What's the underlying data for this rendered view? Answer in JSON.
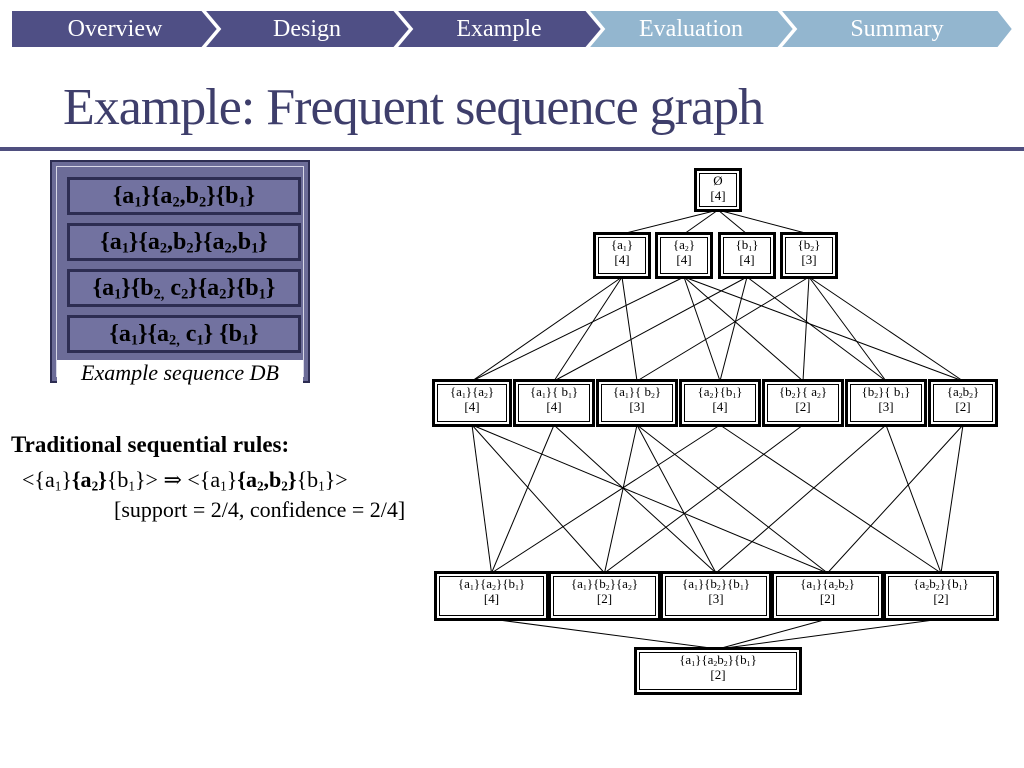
{
  "nav": {
    "items": [
      {
        "label": "Overview"
      },
      {
        "label": "Design"
      },
      {
        "label": "Example"
      },
      {
        "label": "Evaluation"
      },
      {
        "label": "Summary"
      }
    ],
    "colors": {
      "dark": "#4f4f85",
      "light": "#93b6cf",
      "border": "#ffffff"
    }
  },
  "title": "Example:  Frequent sequence graph",
  "sequence_db": {
    "caption": "Example sequence DB",
    "rows": [
      "{a₁}{a₂,b₂}{b₁}",
      "{a₁}{a₂,b₂}{a₂,b₁}",
      "{a₁}{b₂, c₂}{a₂}{b₁}",
      "{a₁}{a₂, c₁} {b₁}"
    ]
  },
  "rules": {
    "heading": "Traditional sequential rules:",
    "rule": "<{a₁}{a₂}{b₁}> ⇒ <{a₁}{a₂,b₂}{b₁}>",
    "metrics": "[support = 2/4, confidence = 2/4]"
  },
  "graph": {
    "nodes": [
      {
        "id": "root",
        "label": "Ø",
        "support": "[4]"
      },
      {
        "id": "a1",
        "label": "{a₁}",
        "support": "[4]"
      },
      {
        "id": "a2",
        "label": "{a₂}",
        "support": "[4]"
      },
      {
        "id": "b1",
        "label": "{b₁}",
        "support": "[4]"
      },
      {
        "id": "b2",
        "label": "{b₂}",
        "support": "[3]"
      },
      {
        "id": "a1a2",
        "label": "{a₁}{a₂}",
        "support": "[4]"
      },
      {
        "id": "a1b1",
        "label": "{a₁}{ b₁}",
        "support": "[4]"
      },
      {
        "id": "a1b2",
        "label": "{a₁}{ b₂}",
        "support": "[3]"
      },
      {
        "id": "a2b1",
        "label": "{a₂}{b₁}",
        "support": "[4]"
      },
      {
        "id": "b2a2",
        "label": "{b₂}{ a₂}",
        "support": "[2]"
      },
      {
        "id": "b2b1",
        "label": "{b₂}{ b₁}",
        "support": "[3]"
      },
      {
        "id": "a2b2",
        "label": "{a₂b₂}",
        "support": "[2]"
      },
      {
        "id": "a1a2b1",
        "label": "{a₁}{a₂}{b₁}",
        "support": "[4]"
      },
      {
        "id": "a1b2a2",
        "label": "{a₁}{b₂}{a₂}",
        "support": "[2]"
      },
      {
        "id": "a1b2b1",
        "label": "{a₁}{b₂}{b₁}",
        "support": "[3]"
      },
      {
        "id": "a1a2b2",
        "label": "{a₁}{a₂b₂}",
        "support": "[2]"
      },
      {
        "id": "a2b2b1",
        "label": "{a₂b₂}{b₁}",
        "support": "[2]"
      },
      {
        "id": "a1a2b2b1",
        "label": "{a₁}{a₂b₂}{b₁}",
        "support": "[2]"
      }
    ],
    "edges": [
      [
        "root",
        "a1"
      ],
      [
        "root",
        "a2"
      ],
      [
        "root",
        "b1"
      ],
      [
        "root",
        "b2"
      ],
      [
        "a1",
        "a1a2"
      ],
      [
        "a1",
        "a1b1"
      ],
      [
        "a1",
        "a1b2"
      ],
      [
        "a2",
        "a1a2"
      ],
      [
        "a2",
        "a2b1"
      ],
      [
        "a2",
        "b2a2"
      ],
      [
        "a2",
        "a2b2"
      ],
      [
        "b1",
        "a1b1"
      ],
      [
        "b1",
        "a2b1"
      ],
      [
        "b1",
        "b2b1"
      ],
      [
        "b2",
        "a1b2"
      ],
      [
        "b2",
        "b2a2"
      ],
      [
        "b2",
        "b2b1"
      ],
      [
        "b2",
        "a2b2"
      ],
      [
        "a1a2",
        "a1a2b1"
      ],
      [
        "a1a2",
        "a1b2a2"
      ],
      [
        "a1a2",
        "a1a2b2"
      ],
      [
        "a1b1",
        "a1a2b1"
      ],
      [
        "a1b1",
        "a1b2b1"
      ],
      [
        "a1b2",
        "a1b2a2"
      ],
      [
        "a1b2",
        "a1b2b1"
      ],
      [
        "a1b2",
        "a1a2b2"
      ],
      [
        "a2b1",
        "a1a2b1"
      ],
      [
        "a2b1",
        "a2b2b1"
      ],
      [
        "b2a2",
        "a1b2a2"
      ],
      [
        "b2b1",
        "a1b2b1"
      ],
      [
        "b2b1",
        "a2b2b1"
      ],
      [
        "a2b2",
        "a1a2b2"
      ],
      [
        "a2b2",
        "a2b2b1"
      ],
      [
        "a1a2b1",
        "a1a2b2b1"
      ],
      [
        "a1a2b2",
        "a1a2b2b1"
      ],
      [
        "a2b2b1",
        "a1a2b2b1"
      ]
    ]
  }
}
